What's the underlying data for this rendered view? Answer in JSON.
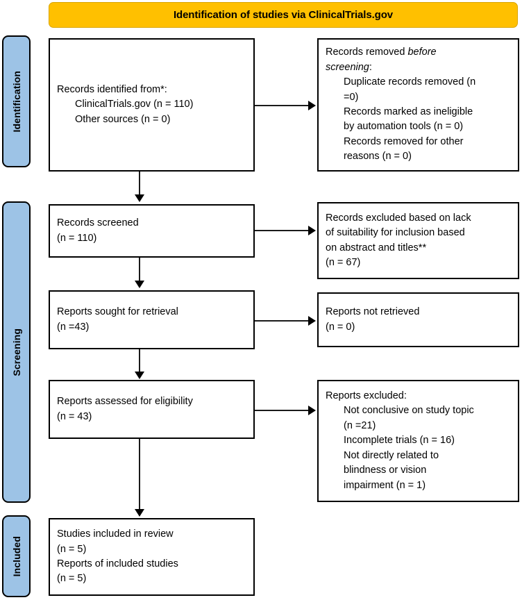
{
  "diagram": {
    "type": "prisma-flow-diagram",
    "banner": {
      "title": "Identification of studies via ClinicalTrials.gov",
      "background_color": "#FFC000",
      "text_color": "#000000"
    },
    "stage_bar_color": "#9DC3E6",
    "stages": [
      {
        "id": "identification",
        "label": "Identification"
      },
      {
        "id": "screening",
        "label": "Screening"
      },
      {
        "id": "included",
        "label": "Included"
      }
    ],
    "boxes": {
      "records_identified": {
        "lines": [
          {
            "text": "Records identified from*:",
            "indent": false
          },
          {
            "text": "ClinicalTrials.gov (n = 110)",
            "indent": true
          },
          {
            "text": "Other sources (n = 0)",
            "indent": true
          }
        ]
      },
      "records_removed": {
        "lines": [
          {
            "text": "Records removed ",
            "italic_tail": "before",
            "indent": false
          },
          {
            "text": "",
            "italic_head": "screening",
            "tail": ":",
            "indent": false
          },
          {
            "text": "Duplicate records removed (n",
            "indent": true
          },
          {
            "text": "=0)",
            "indent": true
          },
          {
            "text": "Records marked as ineligible",
            "indent": true
          },
          {
            "text": "by automation tools (n = 0)",
            "indent": true
          },
          {
            "text": "Records removed for other",
            "indent": true
          },
          {
            "text": "reasons (n = 0)",
            "indent": true
          }
        ]
      },
      "records_screened": {
        "lines": [
          {
            "text": "Records screened",
            "indent": false
          },
          {
            "text": "(n = 110)",
            "indent": false
          }
        ]
      },
      "records_excluded": {
        "lines": [
          {
            "text": "Records excluded based on lack",
            "indent": false
          },
          {
            "text": "of suitability for inclusion based",
            "indent": false
          },
          {
            "text": "on abstract and titles**",
            "indent": false
          },
          {
            "text": "(n = 67)",
            "indent": false
          }
        ]
      },
      "reports_sought": {
        "lines": [
          {
            "text": "Reports sought for retrieval",
            "indent": false
          },
          {
            "text": "(n =43)",
            "indent": false
          }
        ]
      },
      "reports_not_retrieved": {
        "lines": [
          {
            "text": "Reports not retrieved",
            "indent": false
          },
          {
            "text": "(n = 0)",
            "indent": false
          }
        ]
      },
      "reports_assessed": {
        "lines": [
          {
            "text": "Reports assessed for eligibility",
            "indent": false
          },
          {
            "text": "(n = 43)",
            "indent": false
          }
        ]
      },
      "reports_excluded": {
        "lines": [
          {
            "text": "Reports excluded:",
            "indent": false
          },
          {
            "text": "Not conclusive on study topic",
            "indent": true
          },
          {
            "text": "(n =21)",
            "indent": true
          },
          {
            "text": "Incomplete trials (n = 16)",
            "indent": true
          },
          {
            "text": "Not directly related to",
            "indent": true
          },
          {
            "text": "blindness or vision",
            "indent": true
          },
          {
            "text": "impairment (n = 1)",
            "indent": true
          }
        ]
      },
      "studies_included": {
        "lines": [
          {
            "text": "Studies included in review",
            "indent": false
          },
          {
            "text": "(n = 5)",
            "indent": false
          },
          {
            "text": "Reports of included studies",
            "indent": false
          },
          {
            "text": "(n = 5)",
            "indent": false
          }
        ]
      }
    },
    "counts": {
      "identified_clinicaltrials": 110,
      "identified_other": 0,
      "duplicates_removed": 0,
      "marked_ineligible_automation": 0,
      "removed_other_reasons": 0,
      "screened": 110,
      "excluded_abstract_titles": 67,
      "sought_for_retrieval": 43,
      "not_retrieved": 0,
      "assessed_for_eligibility": 43,
      "excluded_not_conclusive": 21,
      "excluded_incomplete_trials": 16,
      "excluded_not_related": 1,
      "studies_included_in_review": 5,
      "reports_of_included_studies": 5
    }
  }
}
